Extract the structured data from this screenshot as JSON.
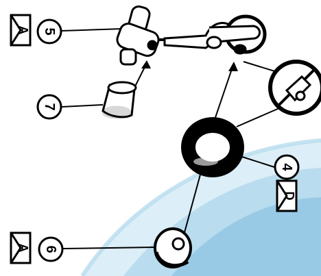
{
  "callouts": {
    "c5": "5",
    "c7": "7",
    "c4": "4",
    "c6": "6"
  },
  "tags": {
    "t5": "A",
    "t4": "D",
    "t6": "A"
  },
  "colors": {
    "ink": "#000000",
    "paper": "#ffffff",
    "swoosh_light": "#cfe6f3",
    "swoosh_mid": "#9fcfe6",
    "swoosh_dark": "#6fb3d9"
  }
}
